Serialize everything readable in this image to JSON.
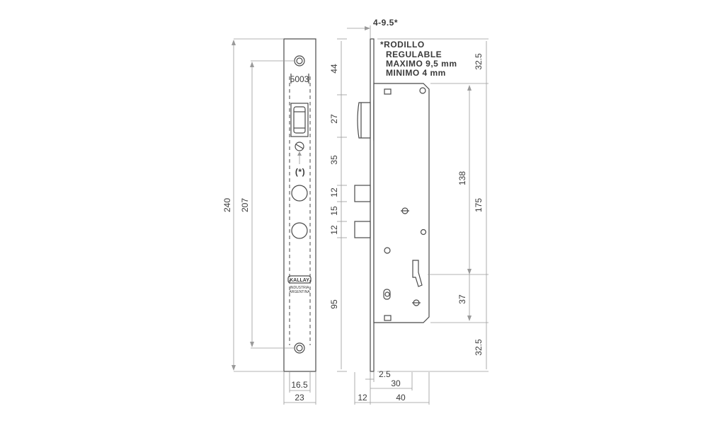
{
  "front_view": {
    "model_code": "5003",
    "adjust_marker": "(*)",
    "brand": "KALLAY",
    "origin_line1": "INDUSTRIA",
    "origin_line2": "ARGENTINA"
  },
  "note": {
    "line1": "*RODILLO",
    "line2": "REGULABLE",
    "line3": "MAXIMO 9,5 mm",
    "line4": "MINIMO 4 mm"
  },
  "dimensions": {
    "total_height": "240",
    "screw_spacing": "207",
    "faceplate_inner_width": "16.5",
    "faceplate_width": "23",
    "seg_top": "44",
    "seg_roller": "27",
    "seg_gap": "35",
    "seg_bolt1": "12",
    "seg_between_bolts": "15",
    "seg_bolt2": "12",
    "seg_bottom": "95",
    "roller_range": "4-9.5*",
    "case_top": "32.5",
    "case_138": "138",
    "case_175": "175",
    "case_37": "37",
    "case_bottom": "32.5",
    "plate_thickness": "2.5",
    "backset": "30",
    "side_plate": "12",
    "case_depth": "40"
  }
}
